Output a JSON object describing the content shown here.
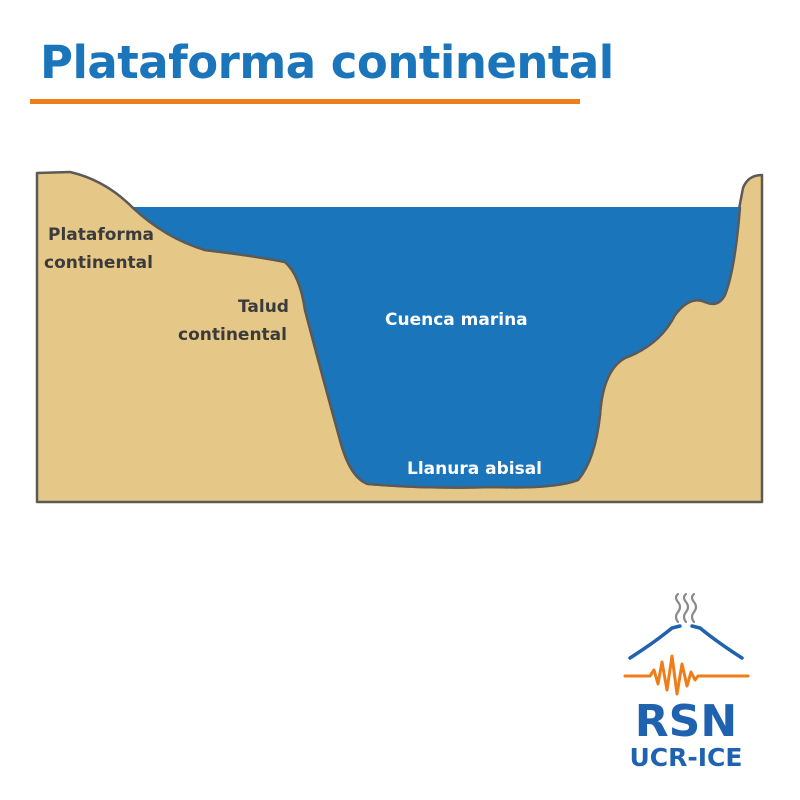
{
  "title": "Plataforma continental",
  "colors": {
    "title_text": "#1b75bb",
    "title_rule": "#ef7d1a",
    "land": "#e5c888",
    "land_outline": "#5b5a58",
    "water": "#1b75bb",
    "label_dark": "#3b3b3b",
    "label_light": "#ffffff",
    "logo_blue": "#1f63b0",
    "logo_orange": "#ef7d1a",
    "logo_smoke": "#8a8a8a"
  },
  "labels": {
    "plataforma_line1": "Plataforma",
    "plataforma_line2": "continental",
    "talud_line1": "Talud",
    "talud_line2": "continental",
    "cuenca": "Cuenca marina",
    "llanura": "Llanura abisal"
  },
  "logo": {
    "line1": "RSN",
    "line2": "UCR-ICE"
  }
}
